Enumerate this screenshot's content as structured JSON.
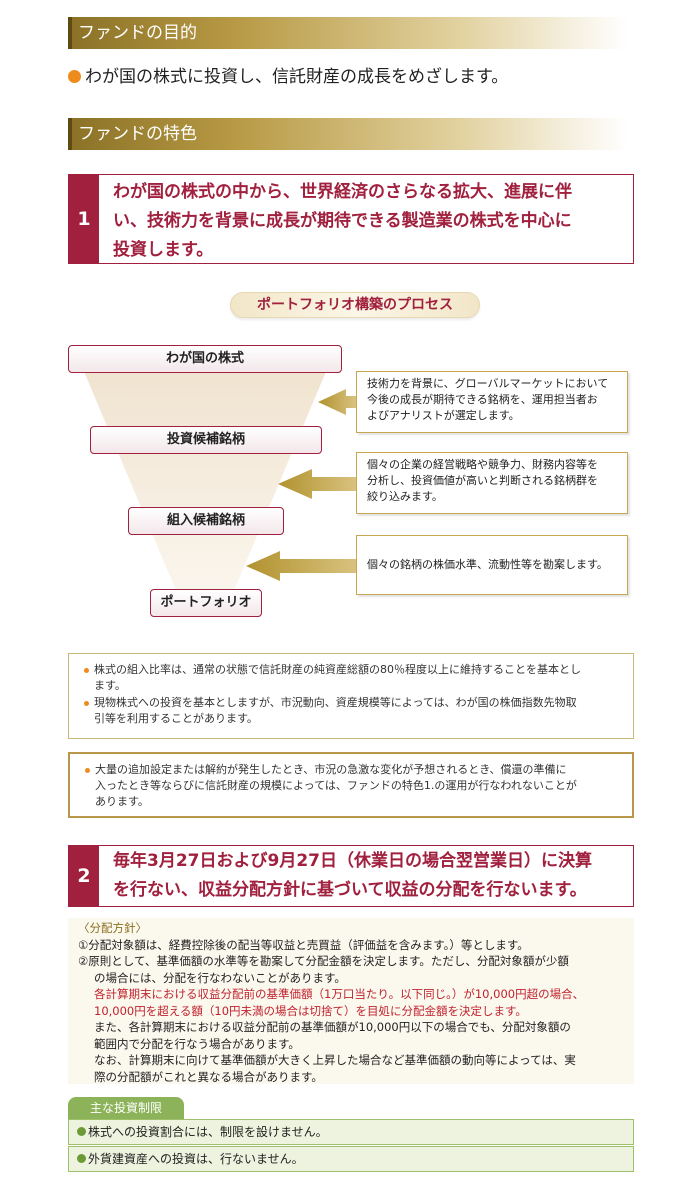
{
  "sections": {
    "purpose_header": "ファンドの目的",
    "features_header": "ファンドの特色"
  },
  "purpose": {
    "text": "わが国の株式に投資し、信託財産の成長をめざします。"
  },
  "feature1": {
    "number": "1",
    "lines": [
      "わが国の株式の中から、世界経済のさらなる拡大、進展に伴",
      "い、技術力を背景に成長が期待できる製造業の株式を中心に",
      "投資します。"
    ]
  },
  "process": {
    "title": "ポートフォリオ構築のプロセス",
    "stages": [
      "わが国の株式",
      "投資候補銘柄",
      "組入候補銘柄",
      "ポートフォリオ"
    ],
    "notes": [
      [
        "技術力を背景に、グローバルマーケットにおいて",
        "今後の成長が期待できる銘柄を、運用担当者お",
        "よびアナリストが選定します。"
      ],
      [
        "個々の企業の経営戦略や競争力、財務内容等を",
        "分析し、投資価値が高いと判断される銘柄群を",
        "絞り込みます。"
      ],
      [
        "個々の銘柄の株価水準、流動性等を勘案します。"
      ]
    ]
  },
  "notes_box1": {
    "items": [
      [
        "株式の組入比率は、通常の状態で信託財産の純資産総額の80％程度以上に維持することを基本とし",
        "ます。"
      ],
      [
        "現物株式への投資を基本としますが、市況動向、資産規模等によっては、わが国の株価指数先物取",
        "引等を利用することがあります。"
      ]
    ]
  },
  "notes_box2": {
    "items": [
      [
        "大量の追加設定または解約が発生したとき、市況の急激な変化が予想されるとき、償還の準備に",
        "入ったとき等ならびに信託財産の規模によっては、ファンドの特色1.の運用が行なわれないことが",
        "あります。"
      ]
    ]
  },
  "feature2": {
    "number": "2",
    "lines": [
      "毎年3月27日および9月27日（休業日の場合翌営業日）に決算",
      "を行ない、収益分配方針に基づいて収益の分配を行ないます。"
    ]
  },
  "distribution": {
    "title": "〈分配方針〉",
    "item1": "①分配対象額は、経費控除後の配当等収益と売買益（評価益を含みます。）等とします。",
    "item2": [
      "②原則として、基準価額の水準等を勘案して分配金額を決定します。ただし、分配対象額が少額",
      "の場合には、分配を行なわないことがあります。"
    ],
    "red": [
      "各計算期末における収益分配前の基準価額（1万口当たり。以下同じ。）が10,000円超の場合、",
      "10,000円を超える額（10円未満の場合は切捨て）を目処に分配金額を決定します。"
    ],
    "more1": [
      "また、各計算期末における収益分配前の基準価額が10,000円以下の場合でも、分配対象額の",
      "範囲内で分配を行なう場合があります。"
    ],
    "more2": [
      "なお、計算期末に向けて基準価額が大きく上昇した場合など基準価額の動向等によっては、実",
      "際の分配額がこれと異なる場合があります。"
    ]
  },
  "restrictions": {
    "title": "主な投資制限",
    "items": [
      "株式への投資割合には、制限を設けません。",
      "外貨建資産への投資は、行ないません。"
    ]
  },
  "colors": {
    "accent_red": "#a0203e",
    "gold": "#b89a45",
    "orange": "#ef8b1c",
    "green": "#8db35a"
  }
}
